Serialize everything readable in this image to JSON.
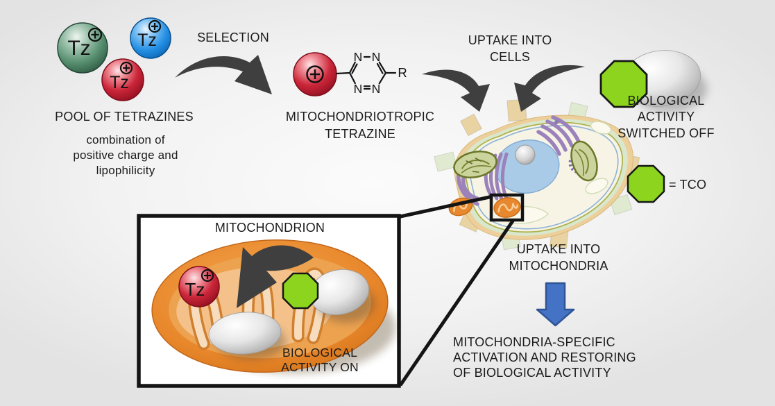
{
  "colors": {
    "arrow_dark": "#3f3f3f",
    "arrow_blue": "#4472c4",
    "arrow_blue_border": "#2f5597",
    "tco_green": "#8cd41e",
    "tz_red": "#c92639",
    "tz_green": "#578f70",
    "tz_blue": "#2590e4",
    "mito_orange": "#e8872b",
    "outline_black": "#141414"
  },
  "pool": {
    "title": "POOL OF TETRAZINES",
    "subtitle_lines": [
      "combination of",
      "positive charge and",
      "lipophilicity"
    ],
    "spheres": [
      {
        "label": "Tz",
        "charge": "+",
        "color_name": "green"
      },
      {
        "label": "Tz",
        "charge": "+",
        "color_name": "blue"
      },
      {
        "label": "Tz",
        "charge": "+",
        "color_name": "red"
      }
    ]
  },
  "selection": {
    "label": "SELECTION"
  },
  "tetrazine": {
    "title_lines": [
      "MITOCHONDRIOTROPIC",
      "TETRAZINE"
    ],
    "ring_atoms": [
      "N",
      "N",
      "N",
      "N"
    ],
    "substituent": "R",
    "charge": "+"
  },
  "uptake_cells": {
    "lines": [
      "UPTAKE INTO",
      "CELLS"
    ]
  },
  "bio_off": {
    "lines": [
      "BIOLOGICAL",
      "ACTIVITY",
      "SWITCHED OFF"
    ]
  },
  "tco_legend": {
    "text": "= TCO"
  },
  "mito_box": {
    "title": "MITOCHONDRION",
    "sphere_label": "Tz",
    "sphere_charge": "+",
    "bio_on_lines": [
      "BIOLOGICAL",
      "ACTIVITY ON"
    ]
  },
  "uptake_mito": {
    "lines": [
      "UPTAKE INTO",
      "MITOCHONDRIA"
    ]
  },
  "result": {
    "lines": [
      "MITOCHONDRIA-SPECIFIC",
      "ACTIVATION AND RESTORING",
      "OF BIOLOGICAL ACTIVITY"
    ]
  }
}
